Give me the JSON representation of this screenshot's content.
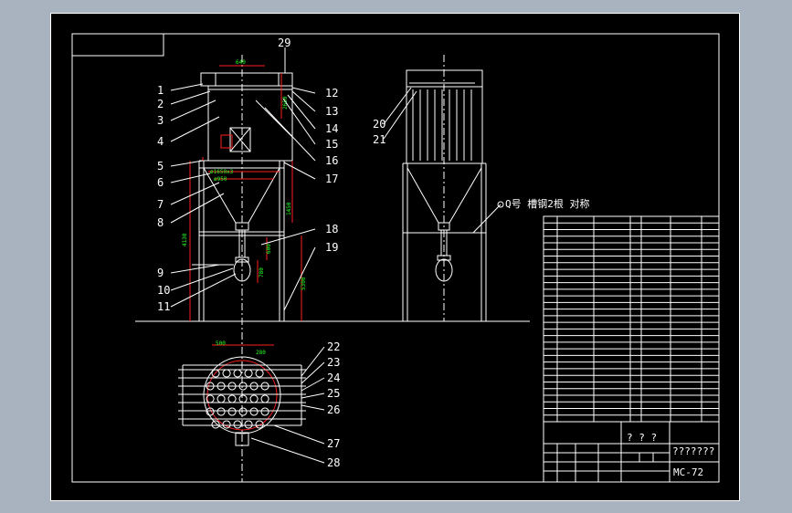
{
  "drawing": {
    "drawing_number": "MC-72",
    "title_block_qmarks": "? ? ?",
    "title_block_name": "???????",
    "note_text": "Q号 槽钢2根 对称"
  },
  "part_labels": [
    "1",
    "2",
    "3",
    "4",
    "5",
    "6",
    "7",
    "8",
    "9",
    "10",
    "11",
    "12",
    "13",
    "14",
    "15",
    "16",
    "17",
    "18",
    "19",
    "20",
    "21",
    "22",
    "23",
    "24",
    "25",
    "26",
    "27",
    "28",
    "29"
  ],
  "dimensions": {
    "top_width": "640",
    "height_4130": "4130",
    "height_1450": "1450",
    "height_5300": "5300",
    "dia_1650": "ø1650x3",
    "dia_950": "ø950",
    "dim_500": "500",
    "dim_280": "280",
    "dim_2650": "2650",
    "dim_600": "600",
    "dim_780": "780"
  },
  "parts_table": {
    "rows": 31
  },
  "colors": {
    "background": "#000000",
    "outer": "#a9b3bf",
    "lines": "#ffffff",
    "dims": "#ff2020",
    "dim_text": "#22ff22"
  }
}
